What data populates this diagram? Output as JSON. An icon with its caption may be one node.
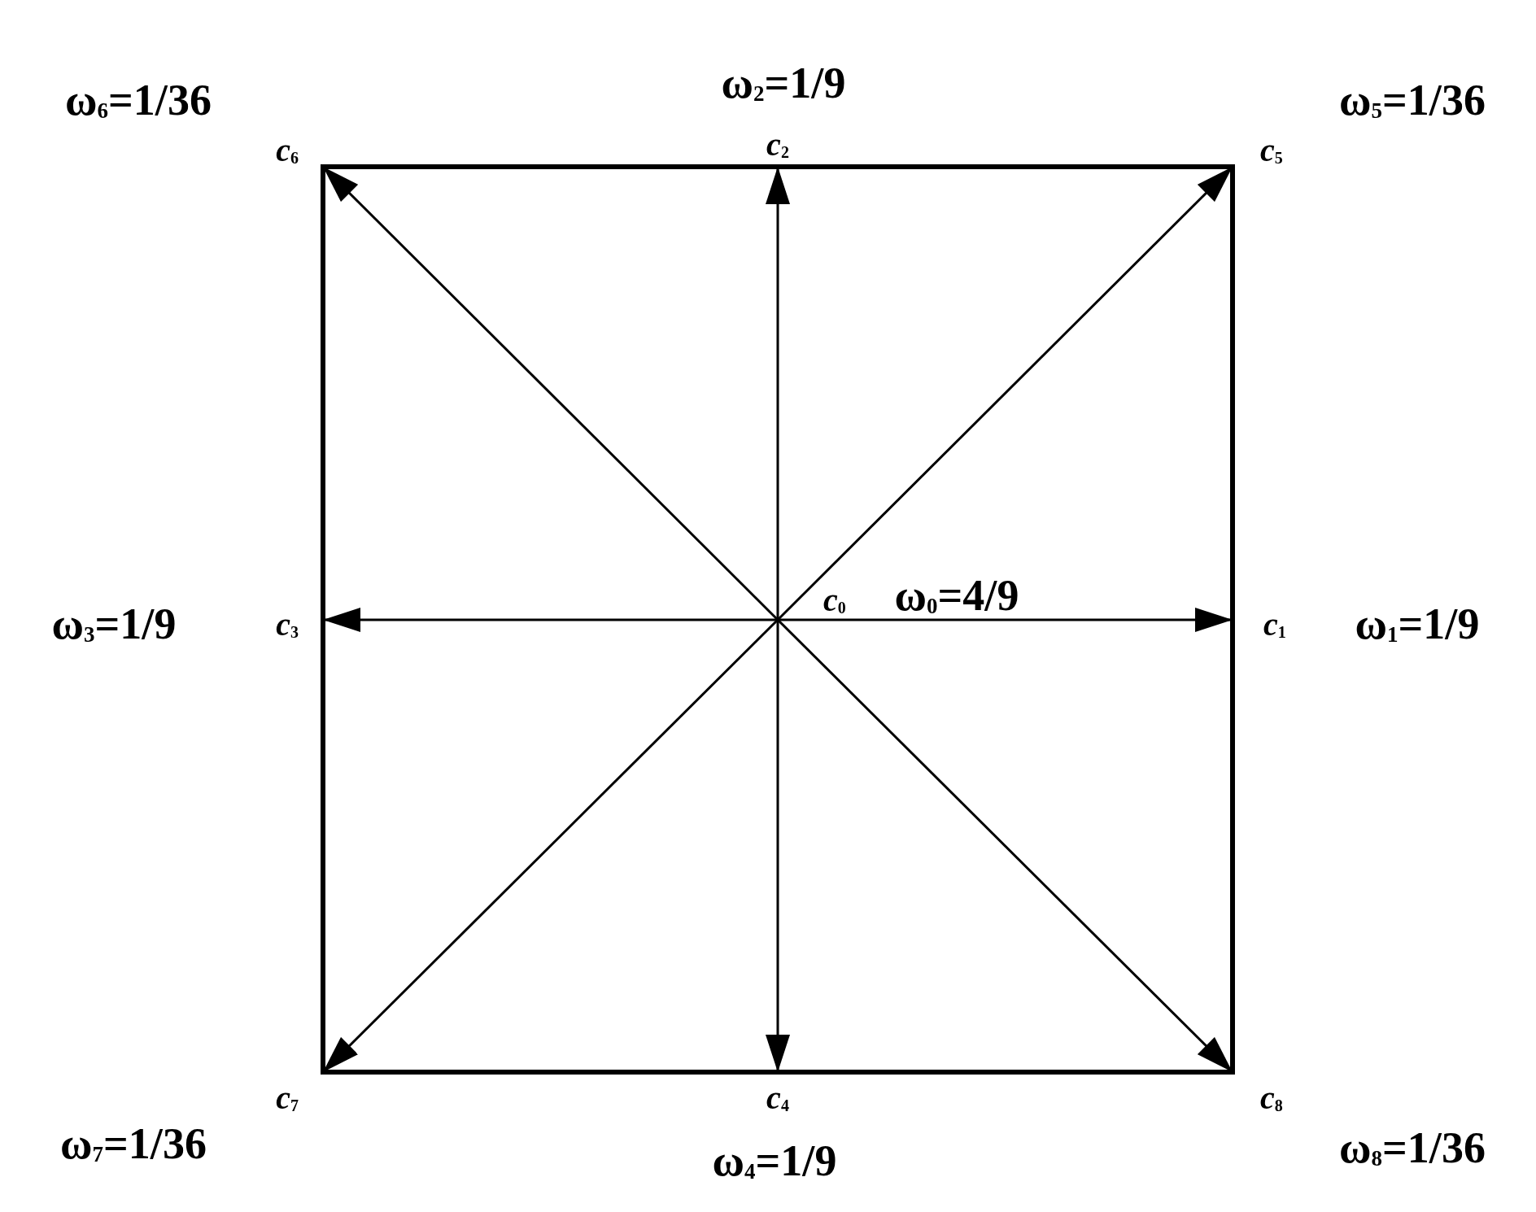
{
  "diagram": {
    "nodes": [
      {
        "text": [
          "c$_{0}$"
        ],
        "beside": [
          "ω$_{0}$=4/9"
        ]
      },
      {
        "text": [
          "c$_{1}$"
        ],
        "beside": [
          "ω$_{1}$=1/9"
        ]
      },
      {
        "text": [
          "c$_{2}$"
        ],
        "beside": [
          "ω$_{2}$=1/9"
        ]
      },
      {
        "text": [
          "c$_{3}$"
        ],
        "beside": [
          "ω$_{3}$=1/9"
        ]
      },
      {
        "text": [
          "c$_{4}$"
        ],
        "beside": [
          "ω$_{4}$=1/9"
        ]
      },
      {
        "text": [
          "c$_{5}$"
        ],
        "beside": [
          "ω$_{5}$=1/36"
        ]
      },
      {
        "text": [
          "c$_{6}$"
        ],
        "beside": [
          "ω$_{6}$=1/36"
        ]
      },
      {
        "text": [
          "c$_{7}$"
        ],
        "beside": [
          "ω$_{7}$=1/36"
        ]
      },
      {
        "text": [
          "c$_{8}$"
        ],
        "beside": [
          "ω$_{8}$=1/36"
        ]
      }
    ],
    "edges": [
      {
        "from": 0,
        "to": 1,
        "arrow": "to"
      },
      {
        "from": 0,
        "to": 2,
        "arrow": "to"
      },
      {
        "from": 0,
        "to": 3,
        "arrow": "to"
      },
      {
        "from": 0,
        "to": 4,
        "arrow": "to"
      },
      {
        "from": 0,
        "to": 5,
        "arrow": "to"
      },
      {
        "from": 0,
        "to": 6,
        "arrow": "to"
      },
      {
        "from": 0,
        "to": 7,
        "arrow": "to"
      },
      {
        "from": 0,
        "to": 8,
        "arrow": "to"
      }
    ]
  }
}
